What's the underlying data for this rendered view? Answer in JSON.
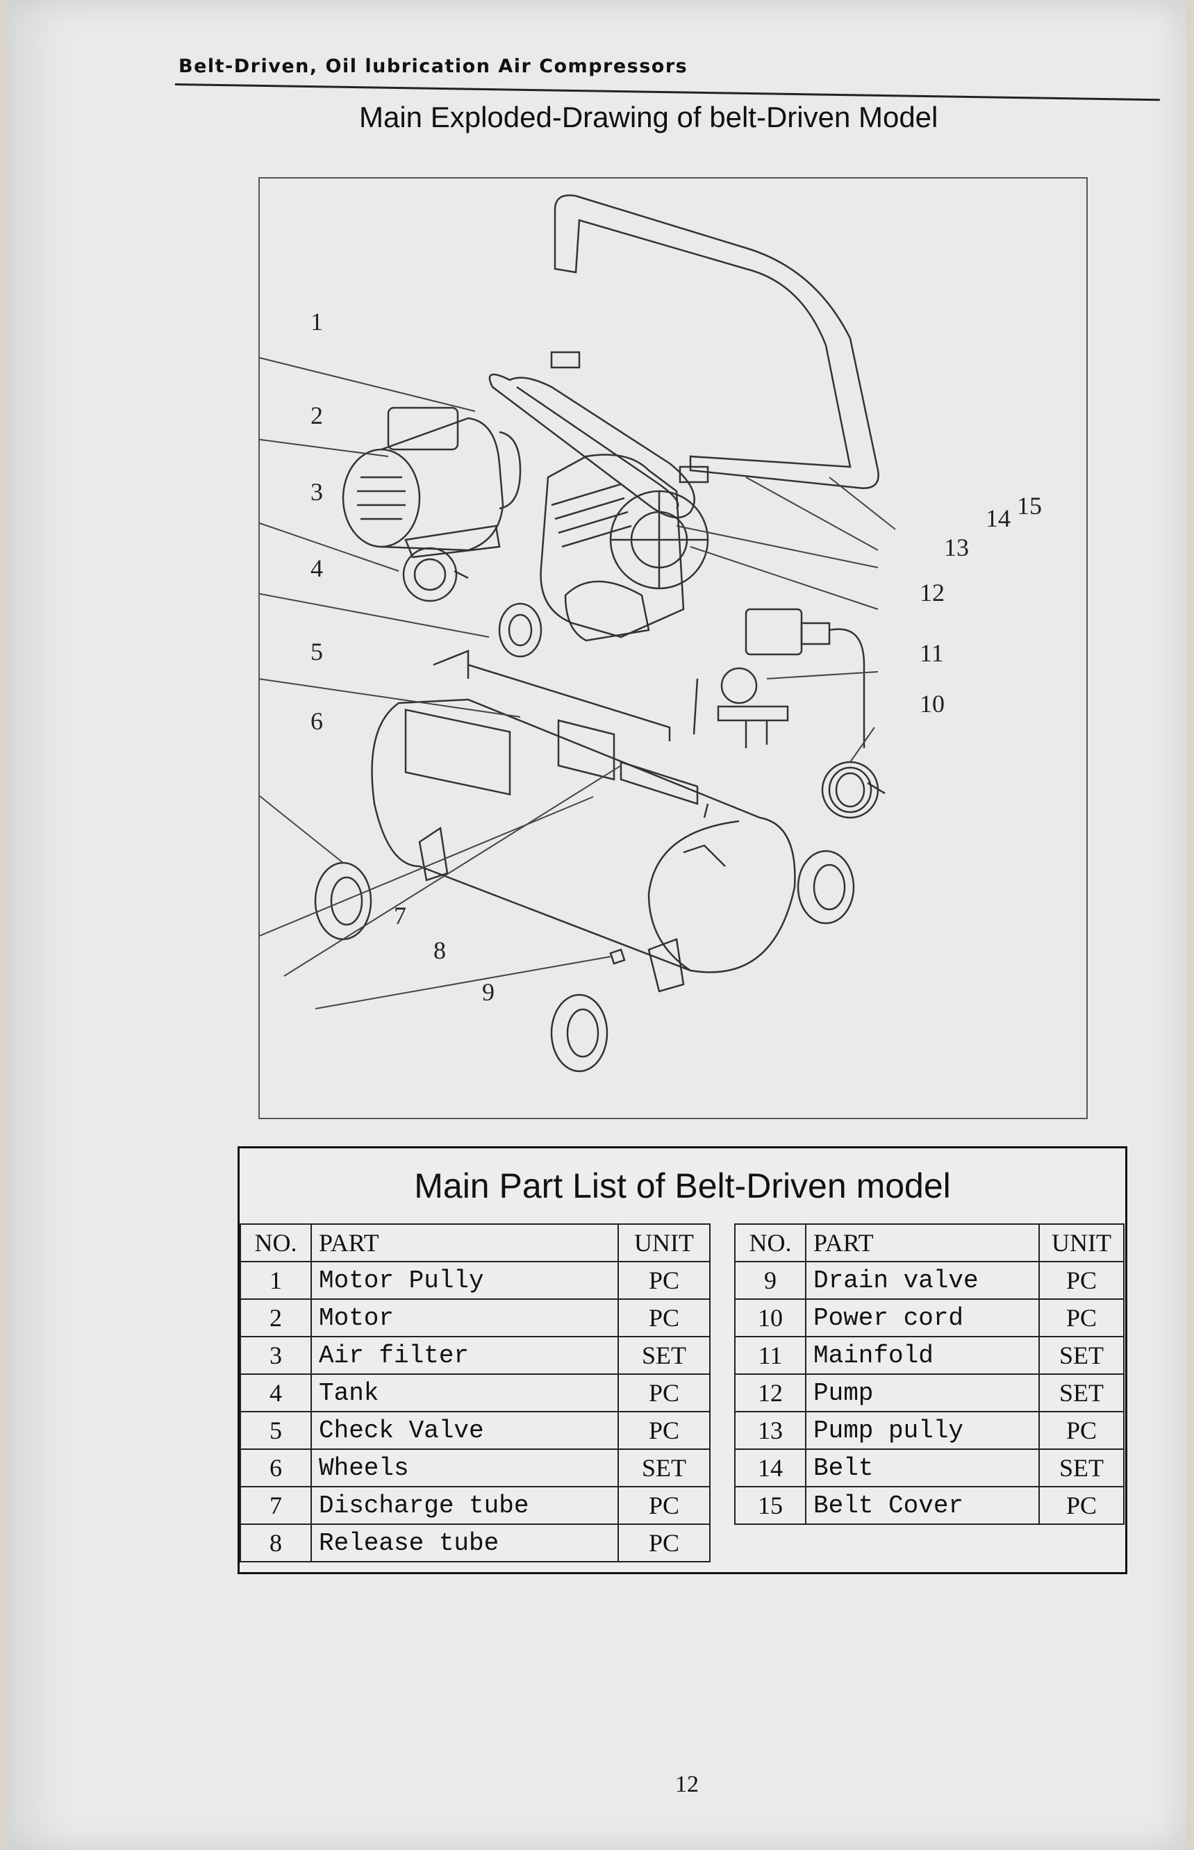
{
  "header": {
    "running_title": "Belt-Driven, Oil lubrication Air Compressors"
  },
  "drawing": {
    "title": "Main Exploded-Drawing of belt-Driven Model",
    "callouts": [
      "1",
      "2",
      "3",
      "4",
      "5",
      "6",
      "7",
      "8",
      "9",
      "10",
      "11",
      "12",
      "13",
      "14",
      "15"
    ]
  },
  "parts_list": {
    "title": "Main Part List of Belt-Driven model",
    "columns": [
      "NO.",
      "PART",
      "UNIT"
    ],
    "left_rows": [
      {
        "no": "1",
        "part": "Motor Pully",
        "unit": "PC"
      },
      {
        "no": "2",
        "part": "Motor",
        "unit": "PC"
      },
      {
        "no": "3",
        "part": "Air filter",
        "unit": "SET"
      },
      {
        "no": "4",
        "part": "Tank",
        "unit": "PC"
      },
      {
        "no": "5",
        "part": "Check Valve",
        "unit": "PC"
      },
      {
        "no": "6",
        "part": "Wheels",
        "unit": "SET"
      },
      {
        "no": "7",
        "part": "Discharge tube",
        "unit": "PC"
      },
      {
        "no": "8",
        "part": "Release tube",
        "unit": "PC"
      }
    ],
    "right_rows": [
      {
        "no": "9",
        "part": "Drain valve",
        "unit": "PC"
      },
      {
        "no": "10",
        "part": "Power cord",
        "unit": "PC"
      },
      {
        "no": "11",
        "part": "Mainfold",
        "unit": "SET"
      },
      {
        "no": "12",
        "part": "Pump",
        "unit": "SET"
      },
      {
        "no": "13",
        "part": "Pump pully",
        "unit": "PC"
      },
      {
        "no": "14",
        "part": "Belt",
        "unit": "SET"
      },
      {
        "no": "15",
        "part": "Belt Cover",
        "unit": "PC"
      }
    ]
  },
  "footer": {
    "page_number": "12"
  }
}
